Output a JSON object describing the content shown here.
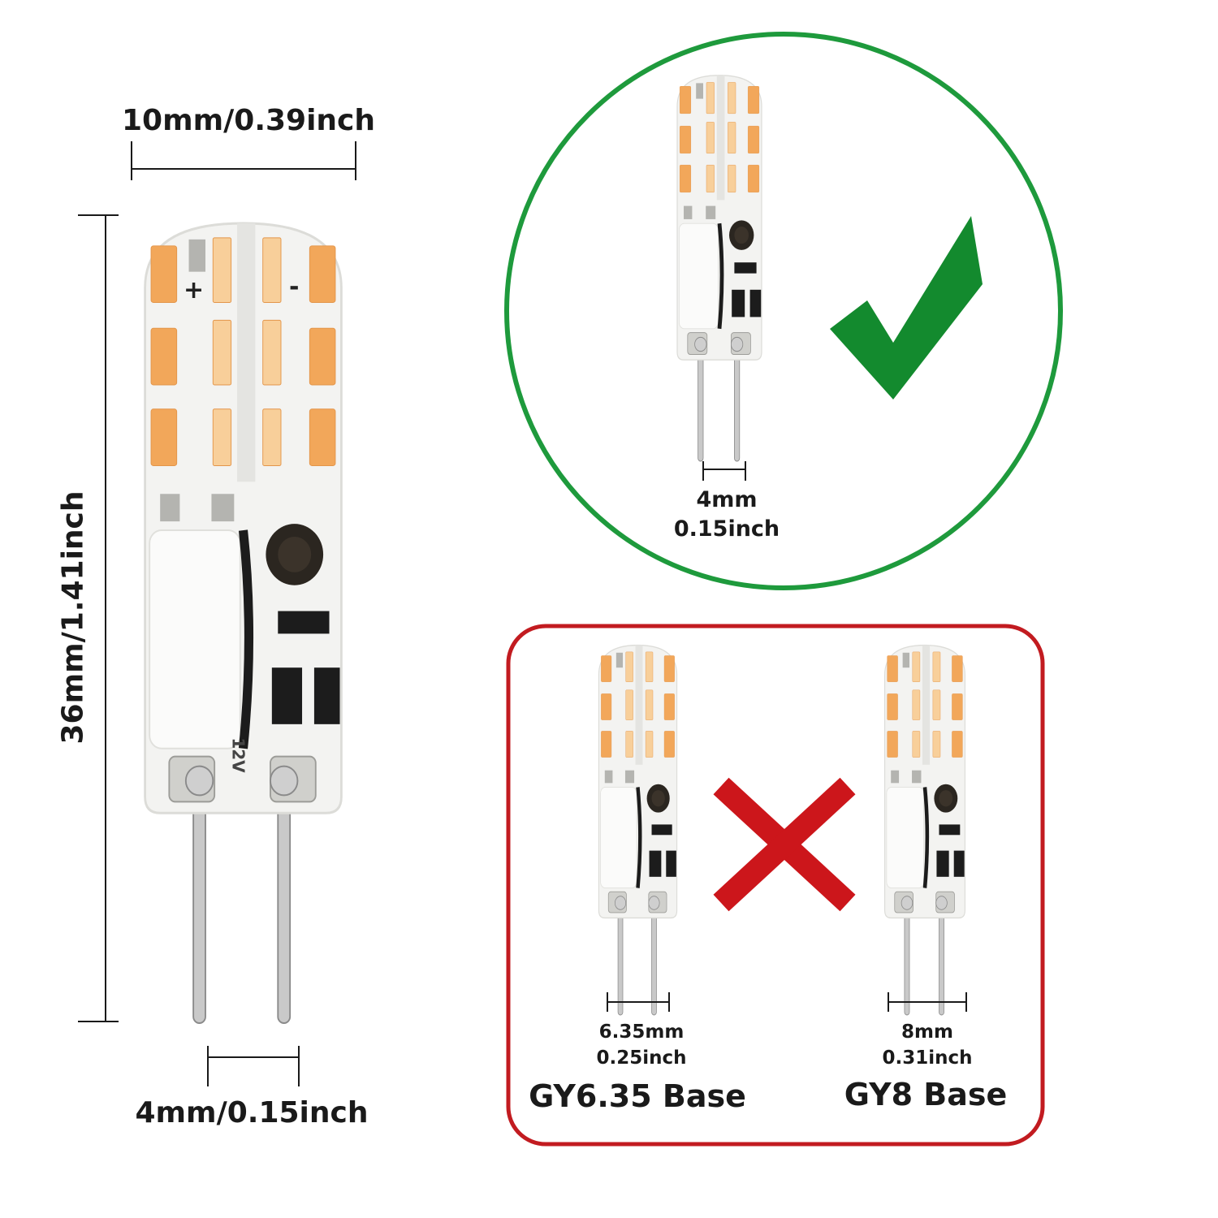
{
  "main_bulb": {
    "width_label": "10mm/0.39inch",
    "height_label": "36mm/1.41inch",
    "pin_label": "4mm/0.15inch",
    "stamp": "12V",
    "plus": "+",
    "minus": "-"
  },
  "compatible": {
    "pin_mm": "4mm",
    "pin_inch": "0.15inch",
    "ring_color": "#1e9a3c",
    "check_color": "#138a2e"
  },
  "incompatible": {
    "box_color": "#c21b20",
    "cross_color": "#cc161b",
    "left": {
      "pin_mm": "6.35mm",
      "pin_inch": "0.25inch",
      "base": "GY6.35 Base"
    },
    "right": {
      "pin_mm": "8mm",
      "pin_inch": "0.31inch",
      "base": "GY8 Base"
    }
  }
}
